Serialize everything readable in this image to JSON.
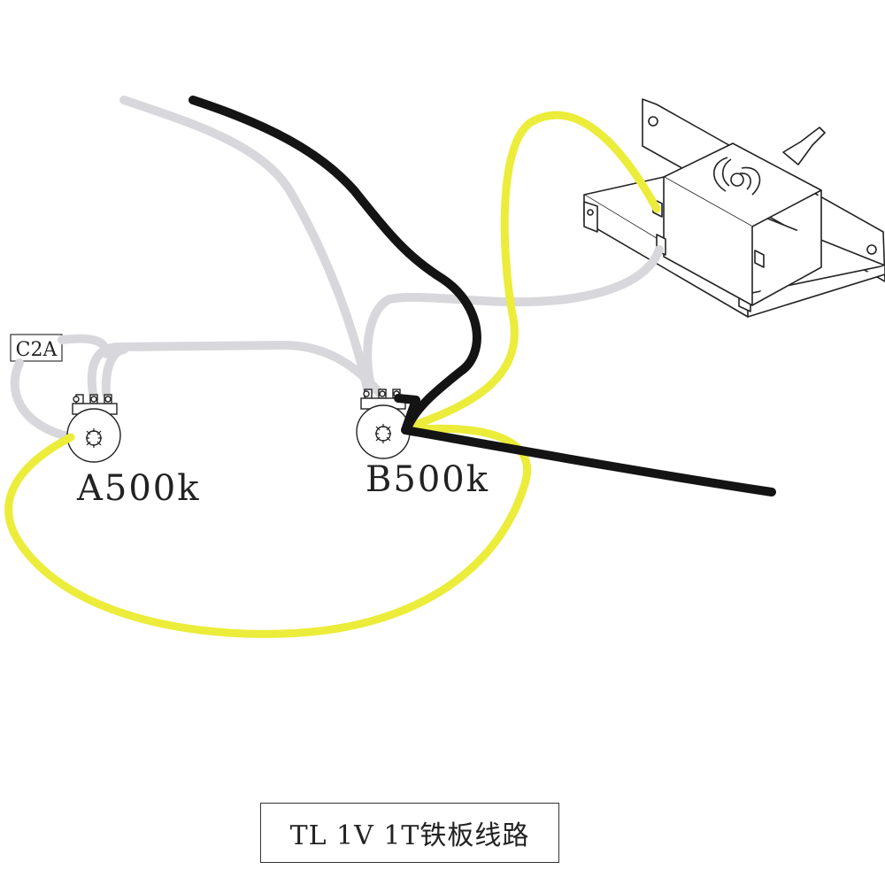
{
  "labels": {
    "cap_label": "C2A",
    "pot_a_label": "A500k",
    "pot_b_label": "B500k",
    "caption": "TL 1V 1T铁板线路"
  },
  "wire_colors": {
    "gray": "#d8d8dc",
    "black": "#141414",
    "yellow": "#ecec3a",
    "outline": "#222222"
  },
  "components": {
    "pot_a": "potentiometer-icon",
    "pot_b": "potentiometer-icon",
    "switch": "toggle-switch-icon",
    "capacitor": "capacitor-icon"
  }
}
